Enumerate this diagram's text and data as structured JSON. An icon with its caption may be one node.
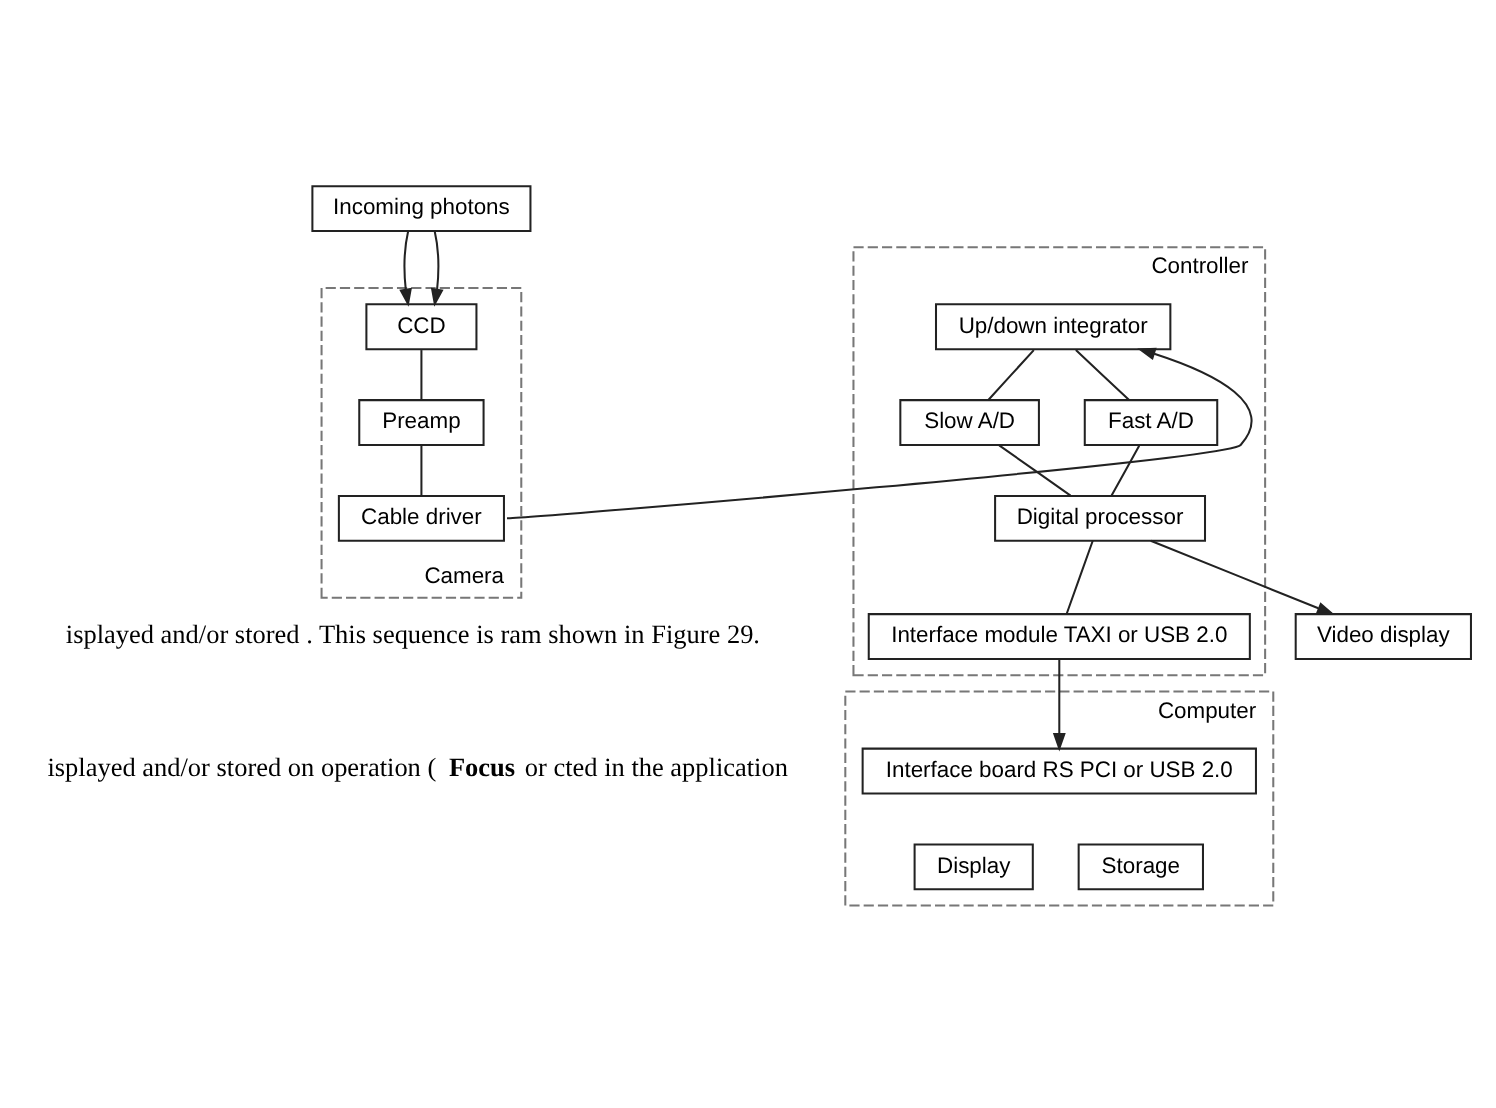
{
  "diagram": {
    "nodes": [
      {
        "text": [
          "Incoming photons"
        ]
      },
      {
        "text": [
          "Camera"
        ]
      },
      {
        "text": [
          "CCD"
        ],
        "in": 1
      },
      {
        "text": [
          "Preamp"
        ],
        "in": 1
      },
      {
        "text": [
          "Cable driver"
        ],
        "in": 1
      },
      {
        "text": [
          "Controller"
        ]
      },
      {
        "text": [
          "Up/down integrator"
        ],
        "in": 5
      },
      {
        "text": [
          "Slow A/D"
        ],
        "in": 5
      },
      {
        "text": [
          "Fast A/D"
        ],
        "in": 5
      },
      {
        "text": [
          "Digital processor"
        ],
        "in": 5
      },
      {
        "text": [
          "Interface module TAXI or USB 2.0"
        ],
        "in": 5
      },
      {
        "text": [
          "Video display"
        ]
      },
      {
        "text": [
          "Computer"
        ]
      },
      {
        "text": [
          "Interface board RS PCI or USB 2.0"
        ],
        "in": 12
      },
      {
        "text": [
          "Display"
        ],
        "in": 12
      },
      {
        "text": [
          "Storage"
        ],
        "in": 12
      }
    ],
    "edges": [
      {
        "from": 0,
        "to": 2,
        "arrow": "to"
      },
      {
        "from": 0,
        "to": 2,
        "arrow": "to"
      },
      {
        "from": 2,
        "to": 3,
        "arrow": "none"
      },
      {
        "from": 3,
        "to": 4,
        "arrow": "none"
      },
      {
        "from": 4,
        "to": 6,
        "arrow": "to"
      },
      {
        "from": 6,
        "to": 7,
        "arrow": "none"
      },
      {
        "from": 6,
        "to": 8,
        "arrow": "none"
      },
      {
        "from": 7,
        "to": 9,
        "arrow": "none"
      },
      {
        "from": 8,
        "to": 9,
        "arrow": "none"
      },
      {
        "from": 9,
        "to": 11,
        "arrow": "to"
      },
      {
        "from": 9,
        "to": 10,
        "arrow": "none"
      },
      {
        "from": 10,
        "to": 13,
        "arrow": "to"
      }
    ],
    "labels": [
      "isplayed and/or stored . This sequence is ram shown in Figure 29.",
      "isplayed and/or stored on operation (**Focus** or cted in the application"
    ]
  }
}
